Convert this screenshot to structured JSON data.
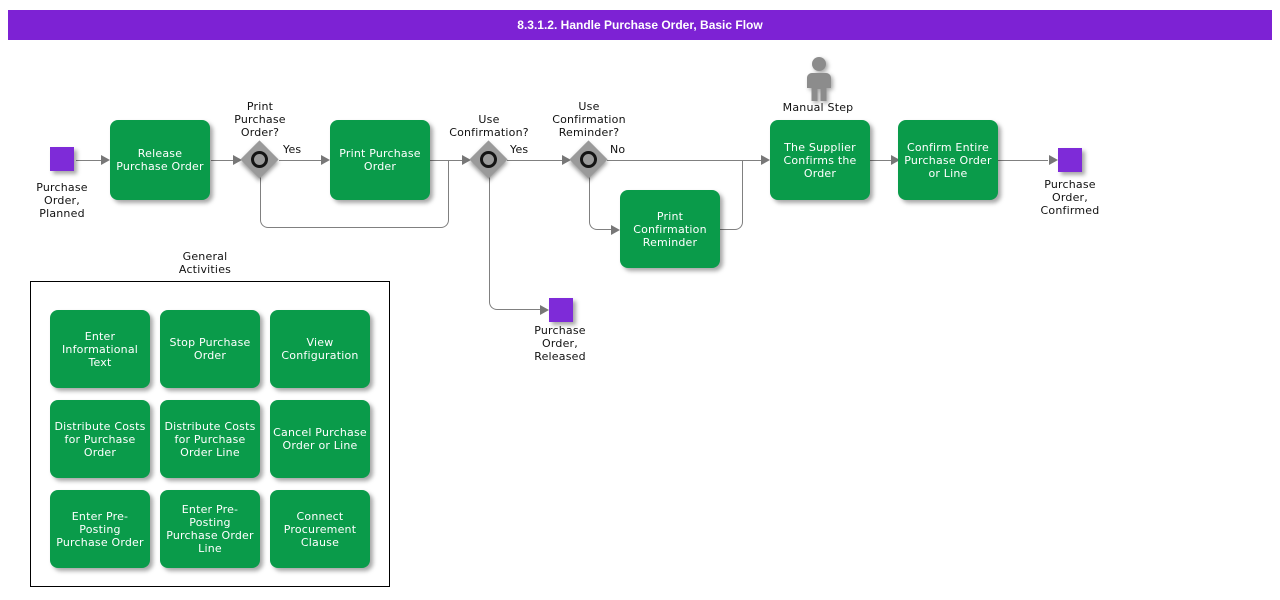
{
  "header": {
    "title": "8.3.1.2. Handle Purchase Order, Basic Flow"
  },
  "events": {
    "planned": {
      "label": "Purchase\nOrder,\nPlanned"
    },
    "released": {
      "label": "Purchase\nOrder,\nReleased"
    },
    "confirmed": {
      "label": "Purchase\nOrder,\nConfirmed"
    }
  },
  "activities": {
    "release_po": {
      "label": "Release\nPurchase Order"
    },
    "print_po": {
      "label": "Print Purchase\nOrder"
    },
    "print_confirmation_reminder": {
      "label": "Print\nConfirmation\nReminder"
    },
    "supplier_confirms": {
      "label": "The Supplier\nConfirms the\nOrder"
    },
    "confirm_entire": {
      "label": "Confirm Entire\nPurchase Order\nor Line"
    }
  },
  "decisions": {
    "print_po_q": {
      "label": "Print\nPurchase\nOrder?",
      "branch": "Yes"
    },
    "use_confirmation_q": {
      "label": "Use\nConfirmation?",
      "branch": "Yes"
    },
    "use_confirmation_reminder_q": {
      "label": "Use\nConfirmation\nReminder?",
      "branch": "No"
    }
  },
  "manual_step": {
    "label": "Manual Step"
  },
  "general": {
    "title": "General\nActivities",
    "items": [
      {
        "label": "Enter\nInformational\nText"
      },
      {
        "label": "Stop Purchase\nOrder"
      },
      {
        "label": "View\nConfiguration"
      },
      {
        "label": "Distribute Costs\nfor Purchase\nOrder"
      },
      {
        "label": "Distribute Costs\nfor Purchase\nOrder Line"
      },
      {
        "label": "Cancel Purchase\nOrder or Line"
      },
      {
        "label": "Enter Pre-\nPosting\nPurchase Order"
      },
      {
        "label": "Enter Pre-\nPosting\nPurchase Order\nLine"
      },
      {
        "label": "Connect\nProcurement\nClause"
      }
    ]
  },
  "colors": {
    "header_bg": "#7D22D4",
    "activity_green": "#0A9B4A",
    "event_purple": "#7E2BD8",
    "connector_gray": "#808080",
    "gateway_gray": "#9A9A9A"
  }
}
